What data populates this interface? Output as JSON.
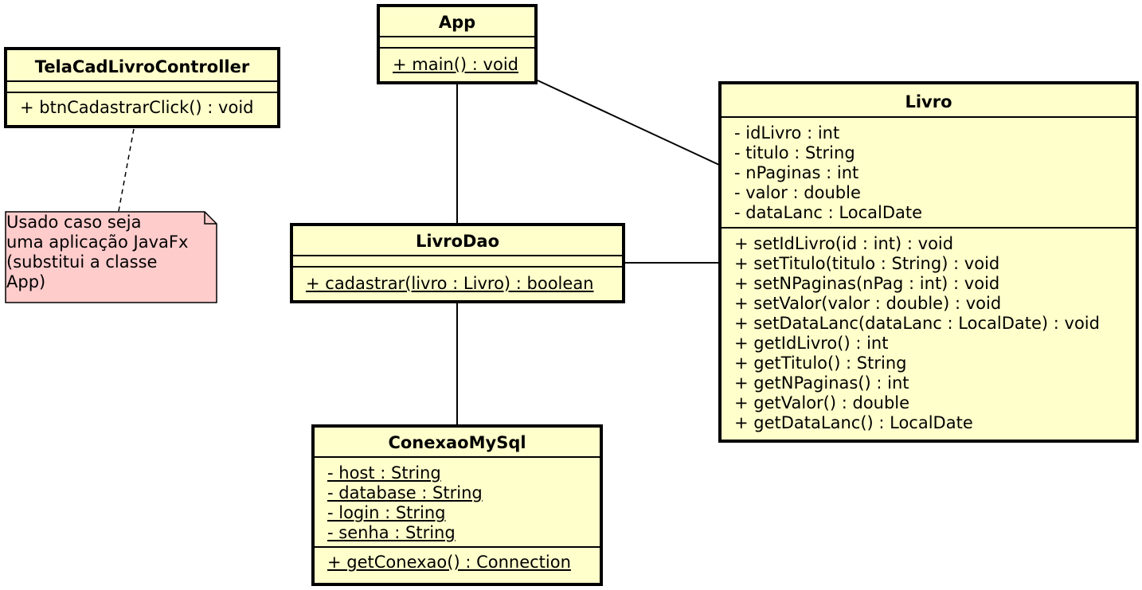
{
  "classes": {
    "app": {
      "name": "App",
      "methods": [
        "+ main() : void"
      ]
    },
    "tela": {
      "name": "TelaCadLivroController",
      "methods": [
        "+ btnCadastrarClick() : void"
      ]
    },
    "livroDao": {
      "name": "LivroDao",
      "methods": [
        "+ cadastrar(livro : Livro) : boolean"
      ]
    },
    "conexao": {
      "name": "ConexaoMySql",
      "attributes": [
        "- host : String",
        "- database : String",
        "- login : String",
        "- senha : String"
      ],
      "methods": [
        "+ getConexao() : Connection"
      ]
    },
    "livro": {
      "name": "Livro",
      "attributes": [
        "- idLivro : int",
        "- titulo : String",
        "- nPaginas : int",
        "- valor : double",
        "- dataLanc : LocalDate"
      ],
      "methods": [
        "+ setIdLivro(id : int) : void",
        "+ setTitulo(titulo : String) : void",
        "+ setNPaginas(nPag : int) : void",
        "+ setValor(valor : double) : void",
        "+ setDataLanc(dataLanc : LocalDate) : void",
        "+ getIdLivro() : int",
        "+ getTitulo() : String",
        "+ getNPaginas() : int",
        "+ getValor() : double",
        "+ getDataLanc() : LocalDate"
      ]
    }
  },
  "note": {
    "lines": [
      "Usado caso seja",
      "uma aplicação JavaFx",
      "(substitui a classe",
      "App)"
    ]
  },
  "colors": {
    "class_fill": "#ffffcc",
    "note_fill": "#ffcccc",
    "stroke": "#000000"
  }
}
